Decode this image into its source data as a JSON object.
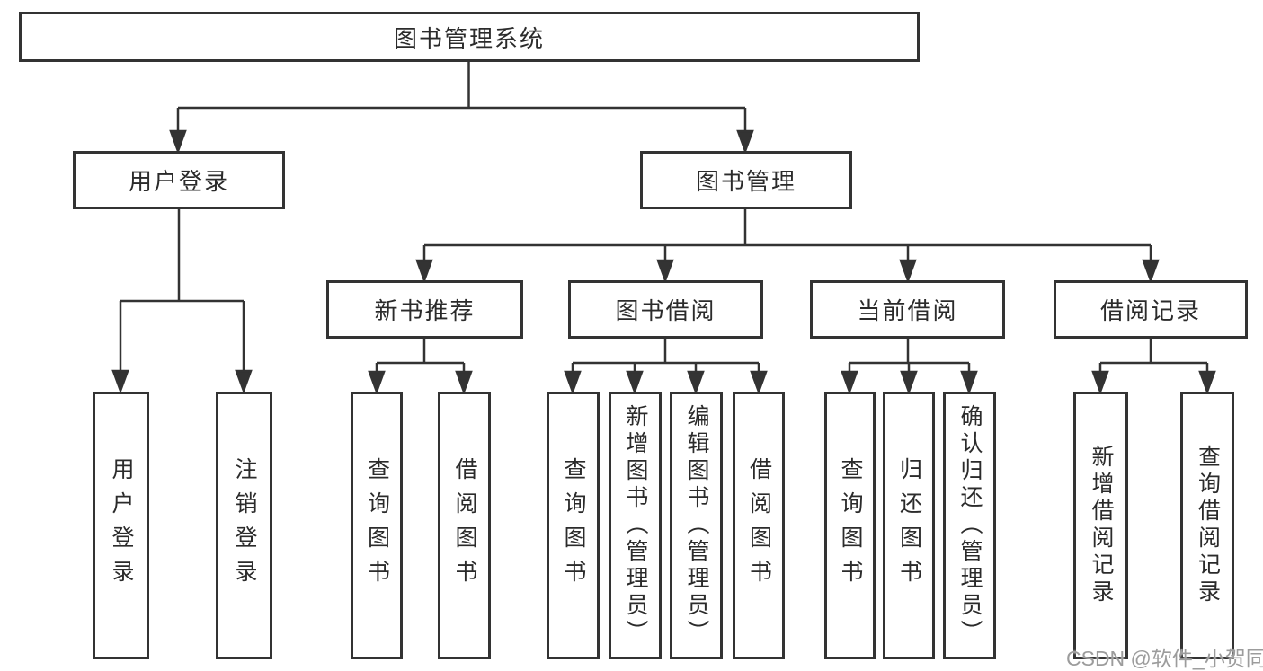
{
  "root": {
    "label": "图书管理系统"
  },
  "user": {
    "label": "用户登录",
    "leaves": [
      {
        "label": "用户登录"
      },
      {
        "label": "注销登录"
      }
    ]
  },
  "mgmt": {
    "label": "图书管理",
    "sections": [
      {
        "label": "新书推荐",
        "leaves": [
          {
            "label": "查询图书"
          },
          {
            "label": "借阅图书"
          }
        ]
      },
      {
        "label": "图书借阅",
        "leaves": [
          {
            "label": "查询图书"
          },
          {
            "label": "新增图书（管理员）"
          },
          {
            "label": "编辑图书（管理员）"
          },
          {
            "label": "借阅图书"
          }
        ]
      },
      {
        "label": "当前借阅",
        "leaves": [
          {
            "label": "查询图书"
          },
          {
            "label": "归还图书"
          },
          {
            "label": "确认归还（管理员）"
          }
        ]
      },
      {
        "label": "借阅记录",
        "leaves": [
          {
            "label": "新增借阅记录"
          },
          {
            "label": "查询借阅记录"
          }
        ]
      }
    ]
  },
  "watermark": {
    "text": "CSDN @软件_小贺同学"
  },
  "colors": {
    "line": "#333333",
    "border": "#333333",
    "background": "#ffffff",
    "watermark_text": "#9c9c9c"
  }
}
